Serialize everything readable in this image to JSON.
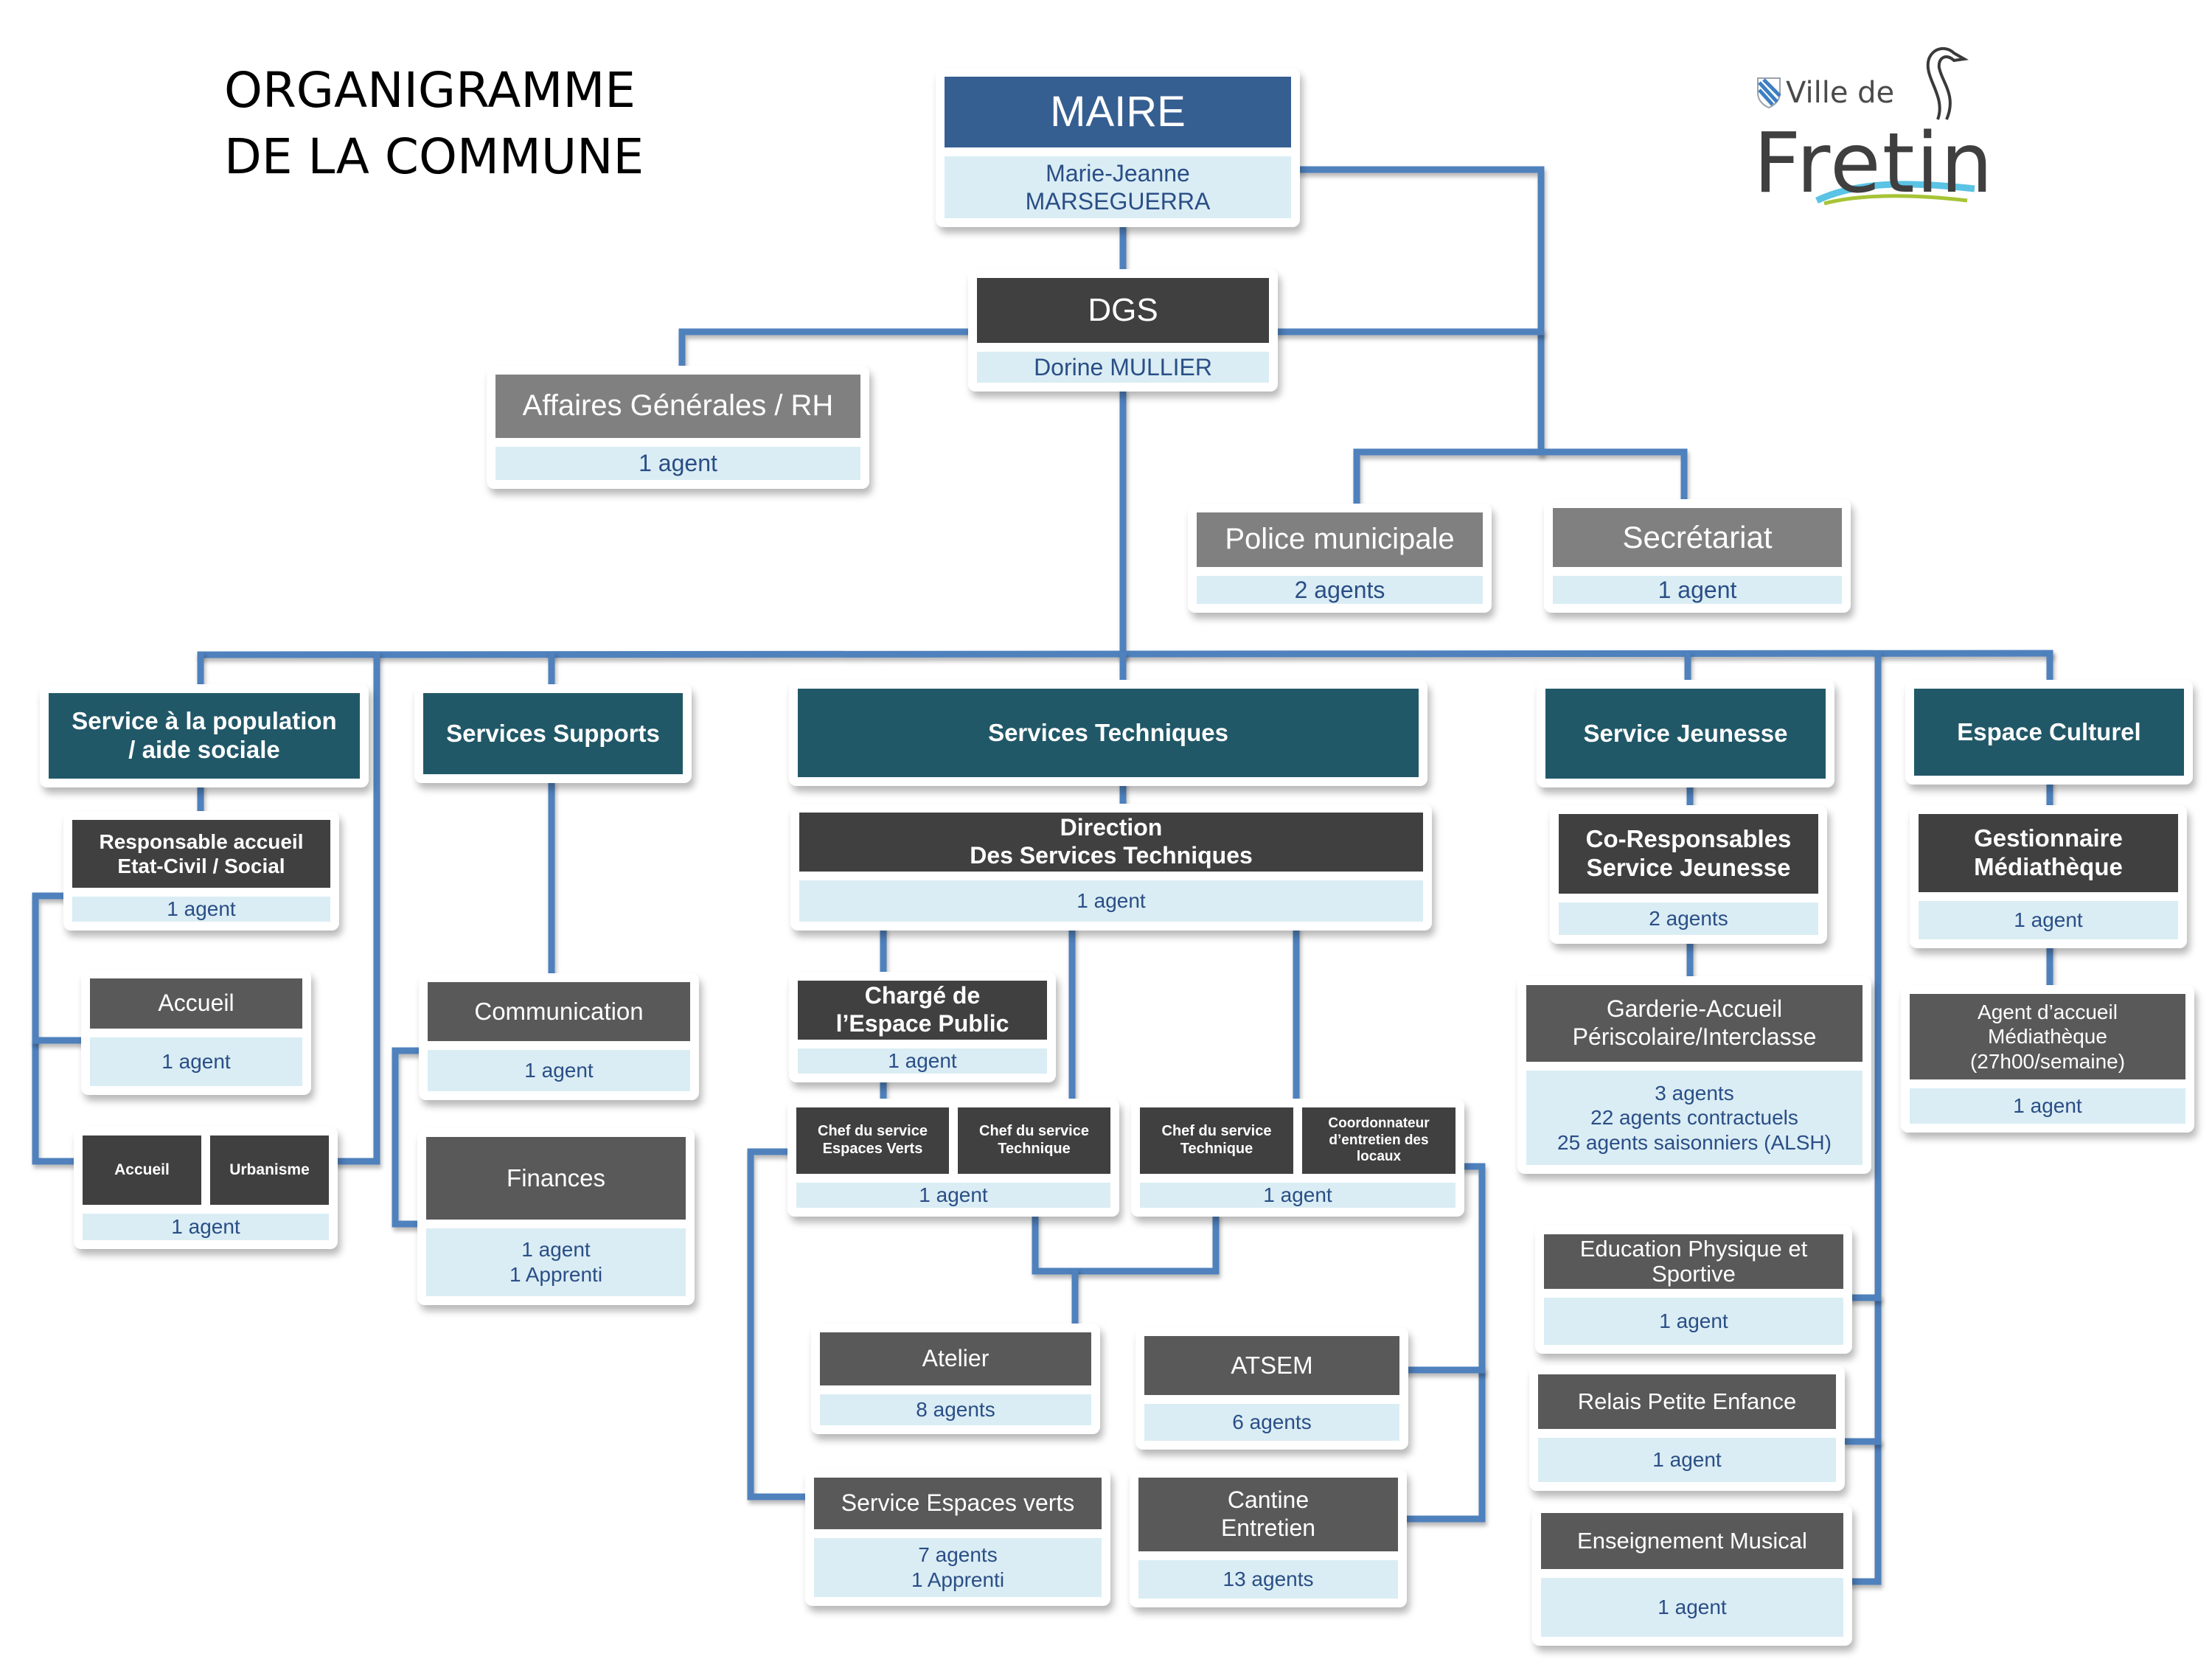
{
  "title": {
    "line1": "ORGANIGRAMME",
    "line2": "DE LA COMMUNE"
  },
  "logo": {
    "prefix": "Ville de",
    "name": "Fretin"
  },
  "colors": {
    "connector": "#4f81bd",
    "mayor_header": "#365f91",
    "service_header": "#215868",
    "dark_header": "#404040",
    "mid_header": "#595959",
    "grey_header": "#808080",
    "detail_bg": "#daedf4",
    "detail_text": "#2a4e86"
  },
  "top": {
    "maire": {
      "title": "MAIRE",
      "name_line1": "Marie-Jeanne",
      "name_line2": "MARSEGUERRA"
    },
    "dgs": {
      "title": "DGS",
      "name": "Dorine MULLIER"
    },
    "affaires": {
      "title": "Affaires Générales / RH",
      "staff": "1 agent"
    },
    "police": {
      "title": "Police municipale",
      "staff": "2 agents"
    },
    "secretariat": {
      "title": "Secrétariat",
      "staff": "1 agent"
    }
  },
  "population": {
    "title_line1": "Service à la population",
    "title_line2": "/ aide sociale",
    "responsable": {
      "title_line1": "Responsable accueil",
      "title_line2": "Etat-Civil / Social",
      "staff": "1 agent"
    },
    "accueil": {
      "title": "Accueil",
      "staff": "1 agent"
    },
    "accueil_urbanisme": {
      "title_a": "Accueil",
      "title_b": "Urbanisme",
      "staff": "1 agent"
    }
  },
  "supports": {
    "title": "Services Supports",
    "communication": {
      "title": "Communication",
      "staff": "1 agent"
    },
    "finances": {
      "title": "Finances",
      "staff_line1": "1 agent",
      "staff_line2": "1 Apprenti"
    }
  },
  "techniques": {
    "title": "Services Techniques",
    "direction": {
      "title_line1": "Direction",
      "title_line2": "Des Services Techniques",
      "staff": "1 agent"
    },
    "espace_public": {
      "title_line1": "Chargé de",
      "title_line2": "l’Espace Public",
      "staff": "1 agent"
    },
    "chefs_left": {
      "a_line1": "Chef du service",
      "a_line2": "Espaces Verts",
      "b_line1": "Chef du service",
      "b_line2": "Technique",
      "staff": "1 agent"
    },
    "chefs_right": {
      "a_line1": "Chef du service",
      "a_line2": "Technique",
      "b_line1": "Coordonnateur",
      "b_line2": "d’entretien des",
      "b_line3": "locaux",
      "staff": "1 agent"
    },
    "atelier": {
      "title": "Atelier",
      "staff": "8 agents"
    },
    "atsem": {
      "title": "ATSEM",
      "staff": "6 agents"
    },
    "espaces_verts": {
      "title": "Service Espaces verts",
      "staff_line1": "7 agents",
      "staff_line2": "1 Apprenti"
    },
    "cantine": {
      "title_line1": "Cantine",
      "title_line2": "Entretien",
      "staff": "13 agents"
    }
  },
  "jeunesse": {
    "title": "Service Jeunesse",
    "co_responsables": {
      "title_line1": "Co-Responsables",
      "title_line2": "Service Jeunesse",
      "staff": "2 agents"
    },
    "garderie": {
      "title_line1": "Garderie-Accueil",
      "title_line2": "Périscolaire/Interclasse",
      "staff_line1": "3 agents",
      "staff_line2": "22 agents contractuels",
      "staff_line3": "25 agents saisonniers (ALSH)"
    },
    "eps": {
      "title_line1": "Education Physique et",
      "title_line2": "Sportive",
      "staff": "1 agent"
    },
    "rpe": {
      "title": "Relais Petite Enfance",
      "staff": "1 agent"
    },
    "musical": {
      "title": "Enseignement Musical",
      "staff": "1 agent"
    }
  },
  "culturel": {
    "title": "Espace Culturel",
    "gestionnaire": {
      "title_line1": "Gestionnaire",
      "title_line2": "Médiathèque",
      "staff": "1 agent"
    },
    "agent_accueil": {
      "title_line1": "Agent d’accueil",
      "title_line2": "Médiathèque",
      "title_line3": "(27h00/semaine)",
      "staff": "1 agent"
    }
  }
}
